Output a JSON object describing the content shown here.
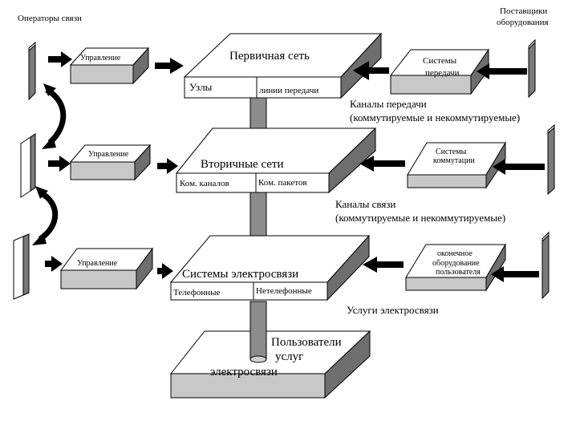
{
  "labels": {
    "operators": "Операторы связи",
    "suppliers_line1": "Поставщики",
    "suppliers_line2": "оборудования",
    "management_1": "Управление",
    "management_2": "Управление",
    "management_3": "Управление",
    "primary_network": "Первичная сеть",
    "nodes": "Узлы",
    "transmission_lines": "линии передачи",
    "transmission_systems_line1": "Системы",
    "transmission_systems_line2": "передачи",
    "transmission_channels_line1": "Каналы передачи",
    "transmission_channels_line2": "(коммутируемые и некоммутируемые)",
    "secondary_networks": "Вторичные сети",
    "channel_switching": "Ком. каналов",
    "packet_switching": "Ком. пакетов",
    "switching_systems_line1": "Системы",
    "switching_systems_line2": "коммутации",
    "communication_channels_line1": "Каналы связи",
    "communication_channels_line2": "(коммутируемые и некоммутируемые)",
    "telecom_systems": "Системы электросвязи",
    "telephone": "Телефонные",
    "non_telephone": "Нетелефонные",
    "terminal_equipment_line1": "оконечное",
    "terminal_equipment_line2": "оборудование",
    "terminal_equipment_line3": "пользователя",
    "telecom_services": "Услуги электросвязи",
    "users_line1": "Пользователи",
    "users_line2": "услуг",
    "users_line3": "электросвязи"
  }
}
